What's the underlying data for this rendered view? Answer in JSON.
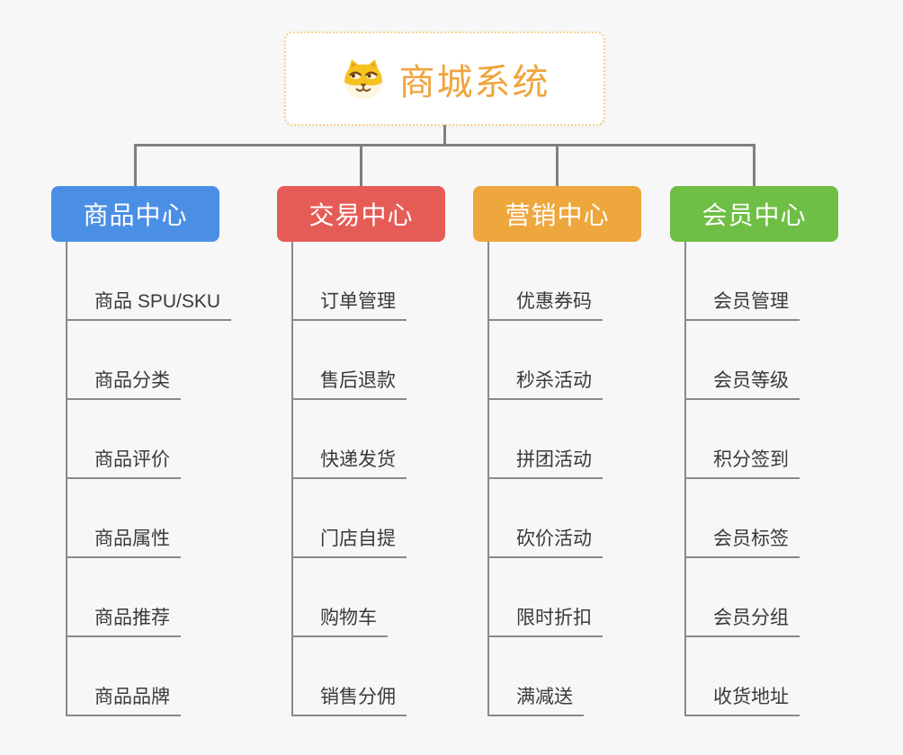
{
  "root": {
    "title": "商城系统",
    "title_color": "#f0a43d",
    "icon": "dog-icon"
  },
  "colors": {
    "connector_line": "#7f7f7f",
    "leaf_line": "#898989",
    "root_border": "#f6cf8c",
    "background": "#f7f7f7"
  },
  "branches": [
    {
      "label": "商品中心",
      "color": "#4b8fe5",
      "children": [
        "商品 SPU/SKU",
        "商品分类",
        "商品评价",
        "商品属性",
        "商品推荐",
        "商品品牌"
      ]
    },
    {
      "label": "交易中心",
      "color": "#e55c57",
      "children": [
        "订单管理",
        "售后退款",
        "快递发货",
        "门店自提",
        "购物车",
        "销售分佣"
      ]
    },
    {
      "label": "营销中心",
      "color": "#eda73d",
      "children": [
        "优惠券码",
        "秒杀活动",
        "拼团活动",
        "砍价活动",
        "限时折扣",
        "满减送"
      ]
    },
    {
      "label": "会员中心",
      "color": "#6fbe45",
      "children": [
        "会员管理",
        "会员等级",
        "积分签到",
        "会员标签",
        "会员分组",
        "收货地址"
      ]
    }
  ]
}
